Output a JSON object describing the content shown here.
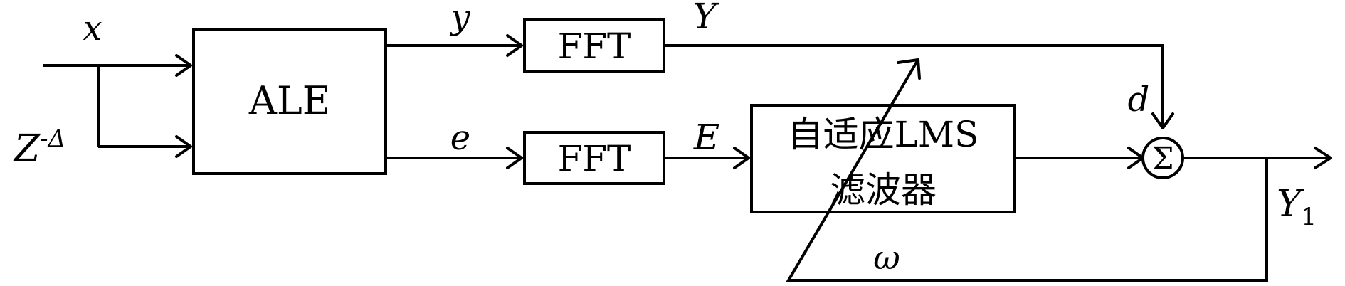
{
  "signals": {
    "x": "x",
    "delay_base": "Z",
    "delay_sup": "-Δ",
    "y": "y",
    "e": "e",
    "Y": "Y",
    "E": "E",
    "d": "d",
    "Y1_base": "Y",
    "Y1_sub": "1",
    "omega": "ω"
  },
  "blocks": {
    "ale": "ALE",
    "fft_top": "FFT",
    "fft_bottom": "FFT",
    "lms_line1": "自适应LMS",
    "lms_line2": "滤波器",
    "summer": "Σ"
  }
}
